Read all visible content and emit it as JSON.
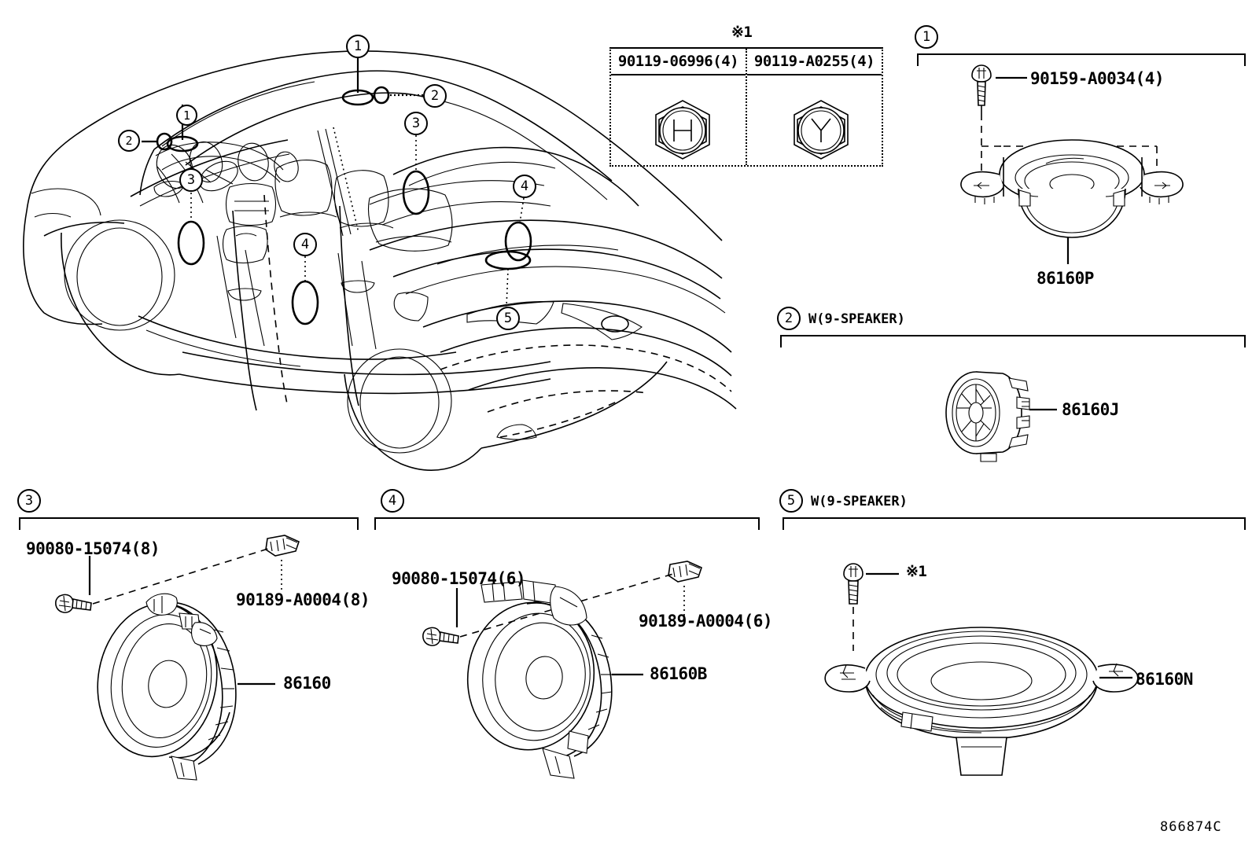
{
  "diagram": {
    "code": "866874C",
    "reference_mark": "※1"
  },
  "reference_table": {
    "mark": "※1",
    "columns": [
      {
        "part_number": "90119-06996(4)",
        "head_marking": "H"
      },
      {
        "part_number": "90119-A0255(4)",
        "head_marking": "Y"
      }
    ]
  },
  "vehicle_callouts": [
    {
      "id": "1",
      "number": "1",
      "location": "instrument-panel-center-speaker"
    },
    {
      "id": "1b",
      "number": "1",
      "location": "front-pillar-tweeter"
    },
    {
      "id": "2",
      "number": "2",
      "location": "instrument-panel-tweeter"
    },
    {
      "id": "2b",
      "number": "2",
      "location": "rear-pillar-tweeter"
    },
    {
      "id": "3",
      "number": "3",
      "location": "front-door-speaker"
    },
    {
      "id": "3b",
      "number": "3",
      "location": "rear-quarter-speaker"
    },
    {
      "id": "4",
      "number": "4",
      "location": "rear-door-speaker"
    },
    {
      "id": "4b",
      "number": "4",
      "location": "rear-package-tray-speaker"
    },
    {
      "id": "5",
      "number": "5",
      "location": "rear-package-tray-subwoofer"
    }
  ],
  "panels": [
    {
      "id": "panel-1",
      "number": "1",
      "condition": "",
      "parts": [
        {
          "number": "90159-A0034(4)",
          "role": "screw"
        },
        {
          "number": "86160P",
          "role": "speaker"
        }
      ]
    },
    {
      "id": "panel-2",
      "number": "2",
      "condition": "W(9-SPEAKER)",
      "parts": [
        {
          "number": "86160J",
          "role": "tweeter"
        }
      ]
    },
    {
      "id": "panel-3",
      "number": "3",
      "condition": "",
      "parts": [
        {
          "number": "90080-15074(8)",
          "role": "screw"
        },
        {
          "number": "90189-A0004(8)",
          "role": "clip"
        },
        {
          "number": "86160",
          "role": "speaker"
        }
      ]
    },
    {
      "id": "panel-4",
      "number": "4",
      "condition": "",
      "parts": [
        {
          "number": "90080-15074(6)",
          "role": "screw"
        },
        {
          "number": "90189-A0004(6)",
          "role": "clip"
        },
        {
          "number": "86160B",
          "role": "speaker"
        }
      ]
    },
    {
      "id": "panel-5",
      "number": "5",
      "condition": "W(9-SPEAKER)",
      "parts": [
        {
          "number": "※1",
          "role": "bolt-reference"
        },
        {
          "number": "86160N",
          "role": "subwoofer"
        }
      ]
    }
  ],
  "colors": {
    "line": "#000000",
    "background": "#ffffff"
  }
}
